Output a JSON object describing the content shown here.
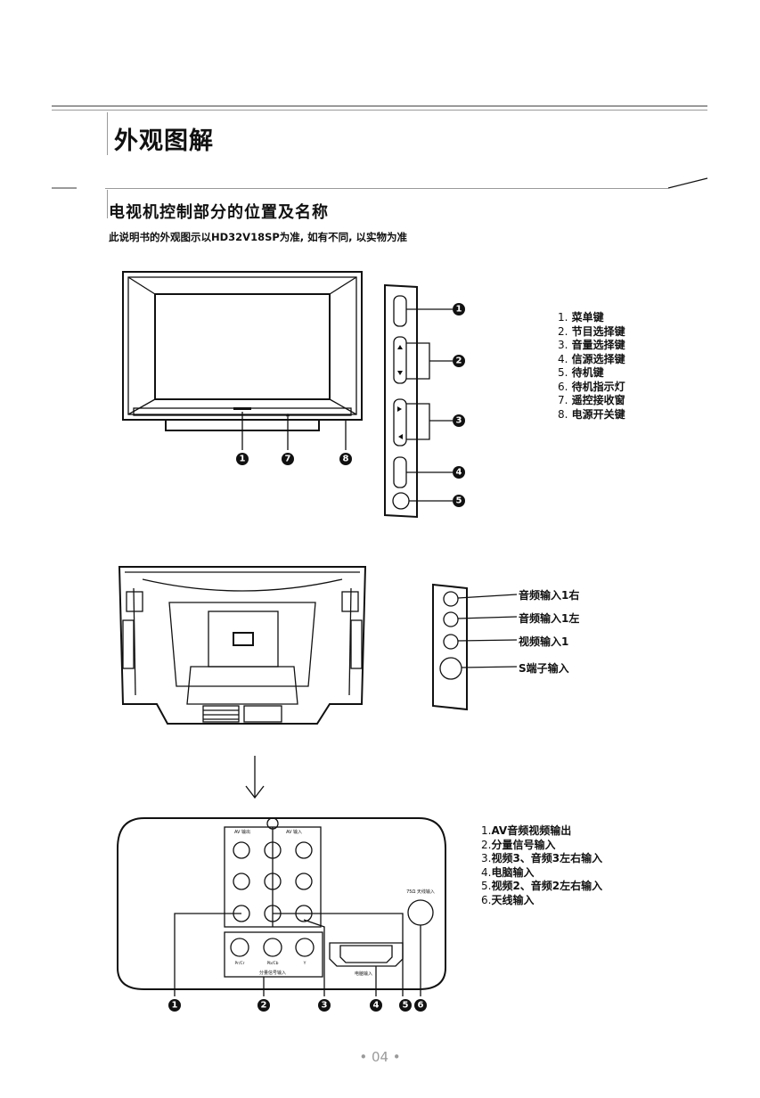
{
  "header": {
    "title": "外观图解"
  },
  "section": {
    "title": "电视机控制部分的位置及名称",
    "subtitle": "此说明书的外观图示以HD32V18SP为准, 如有不同, 以实物为准"
  },
  "front_legend": [
    {
      "num": "1.",
      "label": "菜单键"
    },
    {
      "num": "2.",
      "label": "节目选择键"
    },
    {
      "num": "3.",
      "label": "音量选择键"
    },
    {
      "num": "4.",
      "label": "信源选择键"
    },
    {
      "num": "5.",
      "label": "待机键"
    },
    {
      "num": "6.",
      "label": "待机指示灯"
    },
    {
      "num": "7.",
      "label": "遥控接收窗"
    },
    {
      "num": "8.",
      "label": "电源开关键"
    }
  ],
  "side_inputs": [
    "音频输入1右",
    "音频输入1左",
    "视频输入1",
    "S端子输入"
  ],
  "rear_legend": [
    {
      "num": "1.",
      "label": "AV音频视频输出"
    },
    {
      "num": "2.",
      "label": "分量信号输入"
    },
    {
      "num": "3.",
      "label": "视频3、音频3左右输入"
    },
    {
      "num": "4.",
      "label": "电脑输入"
    },
    {
      "num": "5.",
      "label": "视频2、音频2左右输入"
    },
    {
      "num": "6.",
      "label": "天线输入"
    }
  ],
  "callouts": [
    "1",
    "2",
    "3",
    "4",
    "5",
    "6",
    "7",
    "8"
  ],
  "rear_panel": {
    "av_out": "AV 输出",
    "av_in": "AV 输入",
    "component_in": "分量信号输入",
    "component_labels": [
      "Pr/Cr",
      "Pb/Cb",
      "Y"
    ],
    "pc_in": "电脑输入",
    "antenna_in": "75Ω 天线输入"
  },
  "footer": {
    "page_number": "• 04 •"
  }
}
